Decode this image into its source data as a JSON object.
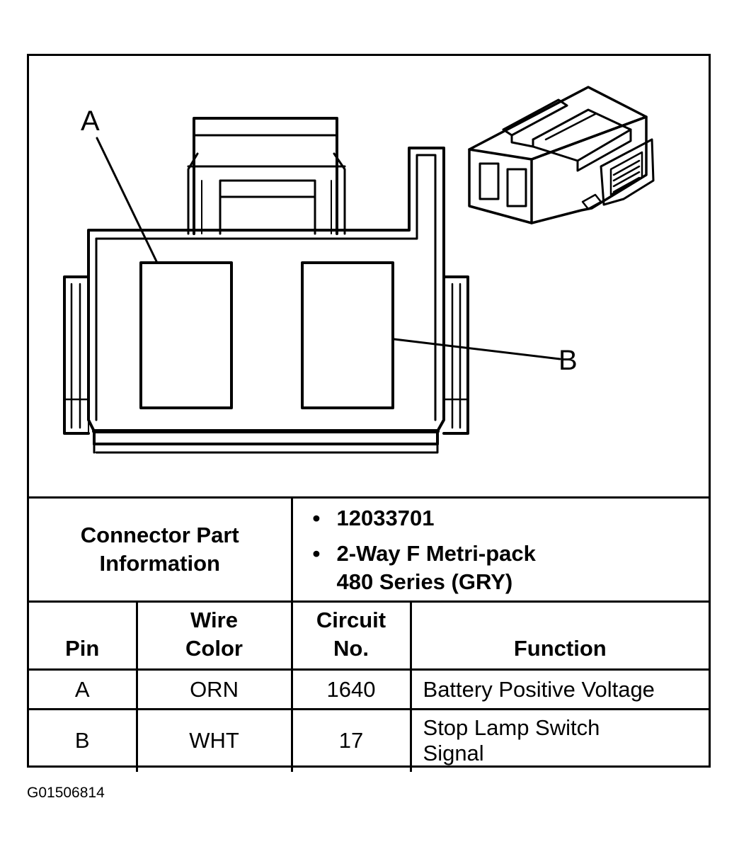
{
  "diagram": {
    "callout_a": "A",
    "callout_b": "B"
  },
  "info": {
    "label": "Connector Part\nInformation",
    "part_number": "12033701",
    "description": "2-Way F Metri-pack\n480 Series (GRY)"
  },
  "pins_table": {
    "headers": {
      "pin": "Pin",
      "wire_color": "Wire\nColor",
      "circuit_no": "Circuit\nNo.",
      "function": "Function"
    },
    "rows": [
      {
        "pin": "A",
        "wire_color": "ORN",
        "circuit_no": "1640",
        "function": "Battery Positive Voltage"
      },
      {
        "pin": "B",
        "wire_color": "WHT",
        "circuit_no": "17",
        "function": "Stop Lamp Switch\nSignal"
      }
    ]
  },
  "figure_id": "G01506814"
}
